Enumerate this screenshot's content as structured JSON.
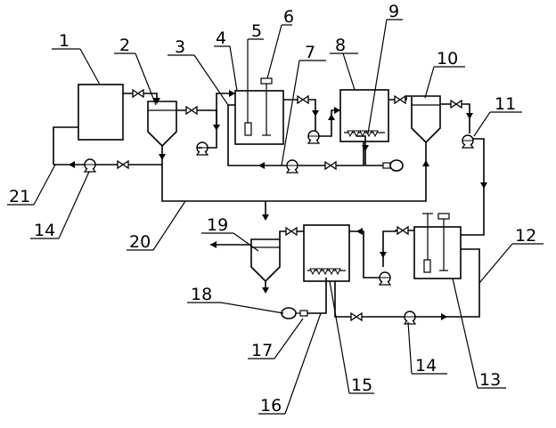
{
  "labels": {
    "l1": "1",
    "l2": "2",
    "l3": "3",
    "l4": "4",
    "l5": "5",
    "l6": "6",
    "l7": "7",
    "l8": "8",
    "l9": "9",
    "l10": "10",
    "l11": "11",
    "l12": "12",
    "l13": "13",
    "l14a": "14",
    "l14b": "14",
    "l15": "15",
    "l16": "16",
    "l17": "17",
    "l18": "18",
    "l19": "19",
    "l20": "20",
    "l21": "21"
  },
  "colors": {
    "line": "#000000",
    "background": "#ffffff"
  }
}
